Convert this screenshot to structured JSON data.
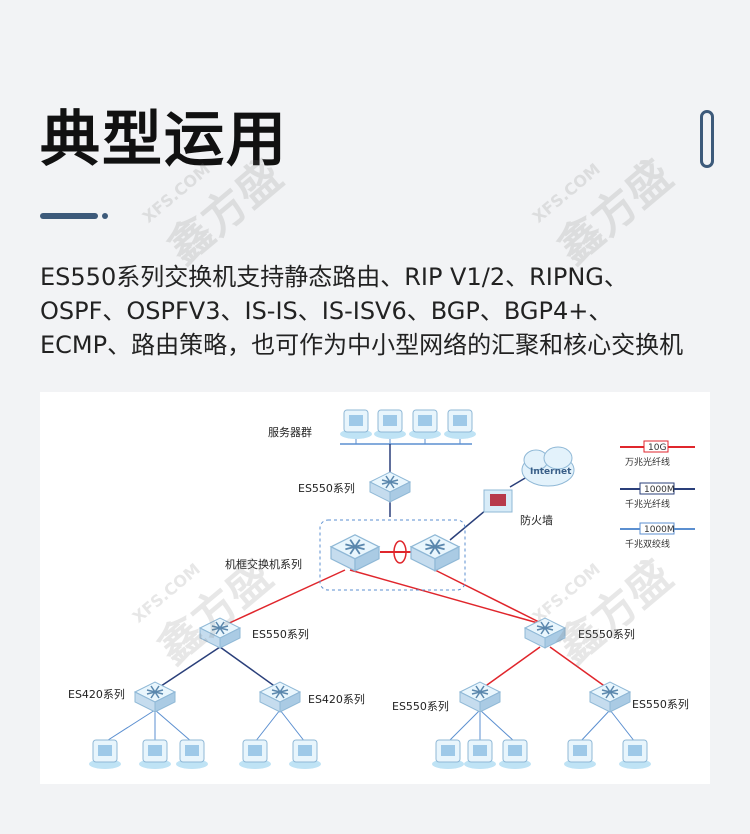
{
  "heading": "典型运用",
  "description": [
    "ES550系列交换机支持静态路由、RIP V1/2、RIPNG、",
    "OSPF、OSPFV3、IS-IS、IS-ISV6、BGP、BGP4+、",
    "ECMP、路由策略，也可作为中小型网络的汇聚和核心交换机"
  ],
  "watermark": {
    "text": "鑫方盛",
    "domain": "XFS.COM"
  },
  "diagram": {
    "labels": {
      "server_group": "服务器群",
      "es550_top": "ES550系列",
      "firewall": "防火墙",
      "internet": "Internet",
      "chassis": "机框交换机系列",
      "es550_left": "ES550系列",
      "es550_right": "ES550系列",
      "es420_a": "ES420系列",
      "es420_b": "ES420系列",
      "es550_c": "ES550系列",
      "es550_d": "ES550系列"
    },
    "legend": [
      {
        "badge": "10G",
        "text": "万兆光纤线",
        "color": "#e0262c"
      },
      {
        "badge": "1000M",
        "text": "千兆光纤线",
        "color": "#2a3f7a"
      },
      {
        "badge": "1000M",
        "text": "千兆双绞线",
        "color": "#5b8fd0"
      }
    ],
    "colors": {
      "link_10g": "#e0262c",
      "link_fiber": "#2a3f7a",
      "link_copper": "#5b8fd0",
      "device": "#bfe3f5"
    }
  }
}
